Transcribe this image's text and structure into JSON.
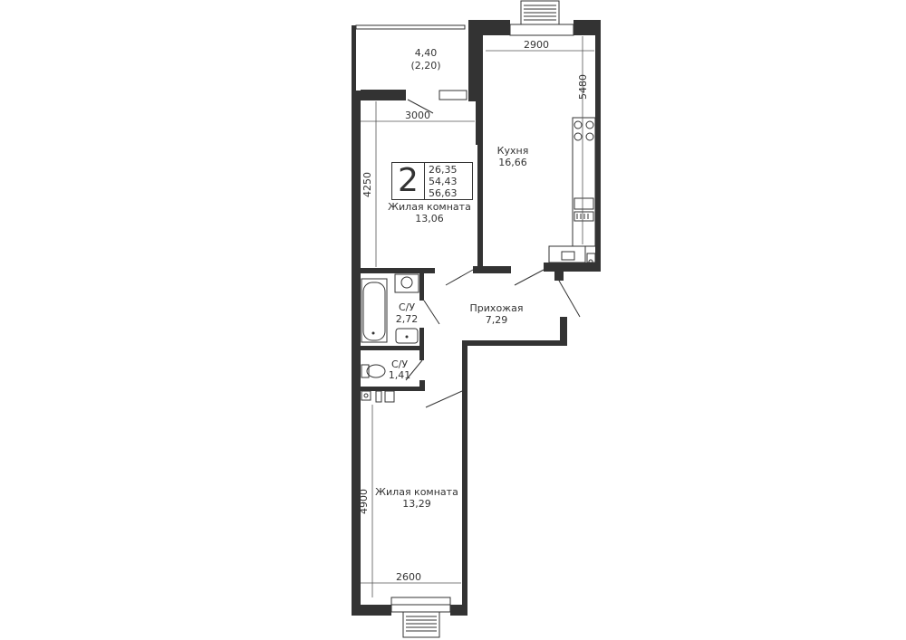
{
  "plan": {
    "rooms_count": "2",
    "area_living": "26,35",
    "area_total": "54,43",
    "area_total_with_balcony": "56,63"
  },
  "rooms": {
    "balcony": {
      "area": "4,40",
      "reduced_area": "(2,20)"
    },
    "living_room_1": {
      "name": "Жилая комната",
      "area": "13,06"
    },
    "kitchen": {
      "name": "Кухня",
      "area": "16,66"
    },
    "bathroom_1": {
      "name": "С/У",
      "area": "2,72"
    },
    "hallway": {
      "name": "Прихожая",
      "area": "7,29"
    },
    "bathroom_2": {
      "name": "С/У",
      "area": "1,41"
    },
    "living_room_2": {
      "name": "Жилая комната",
      "area": "13,29"
    }
  },
  "dimensions": {
    "kitchen_width": "2900",
    "kitchen_length": "5480",
    "living1_width": "3000",
    "living1_length": "4250",
    "living2_width": "2600",
    "living2_length": "4900"
  },
  "colors": {
    "wall": "#333333",
    "background": "#ffffff"
  }
}
